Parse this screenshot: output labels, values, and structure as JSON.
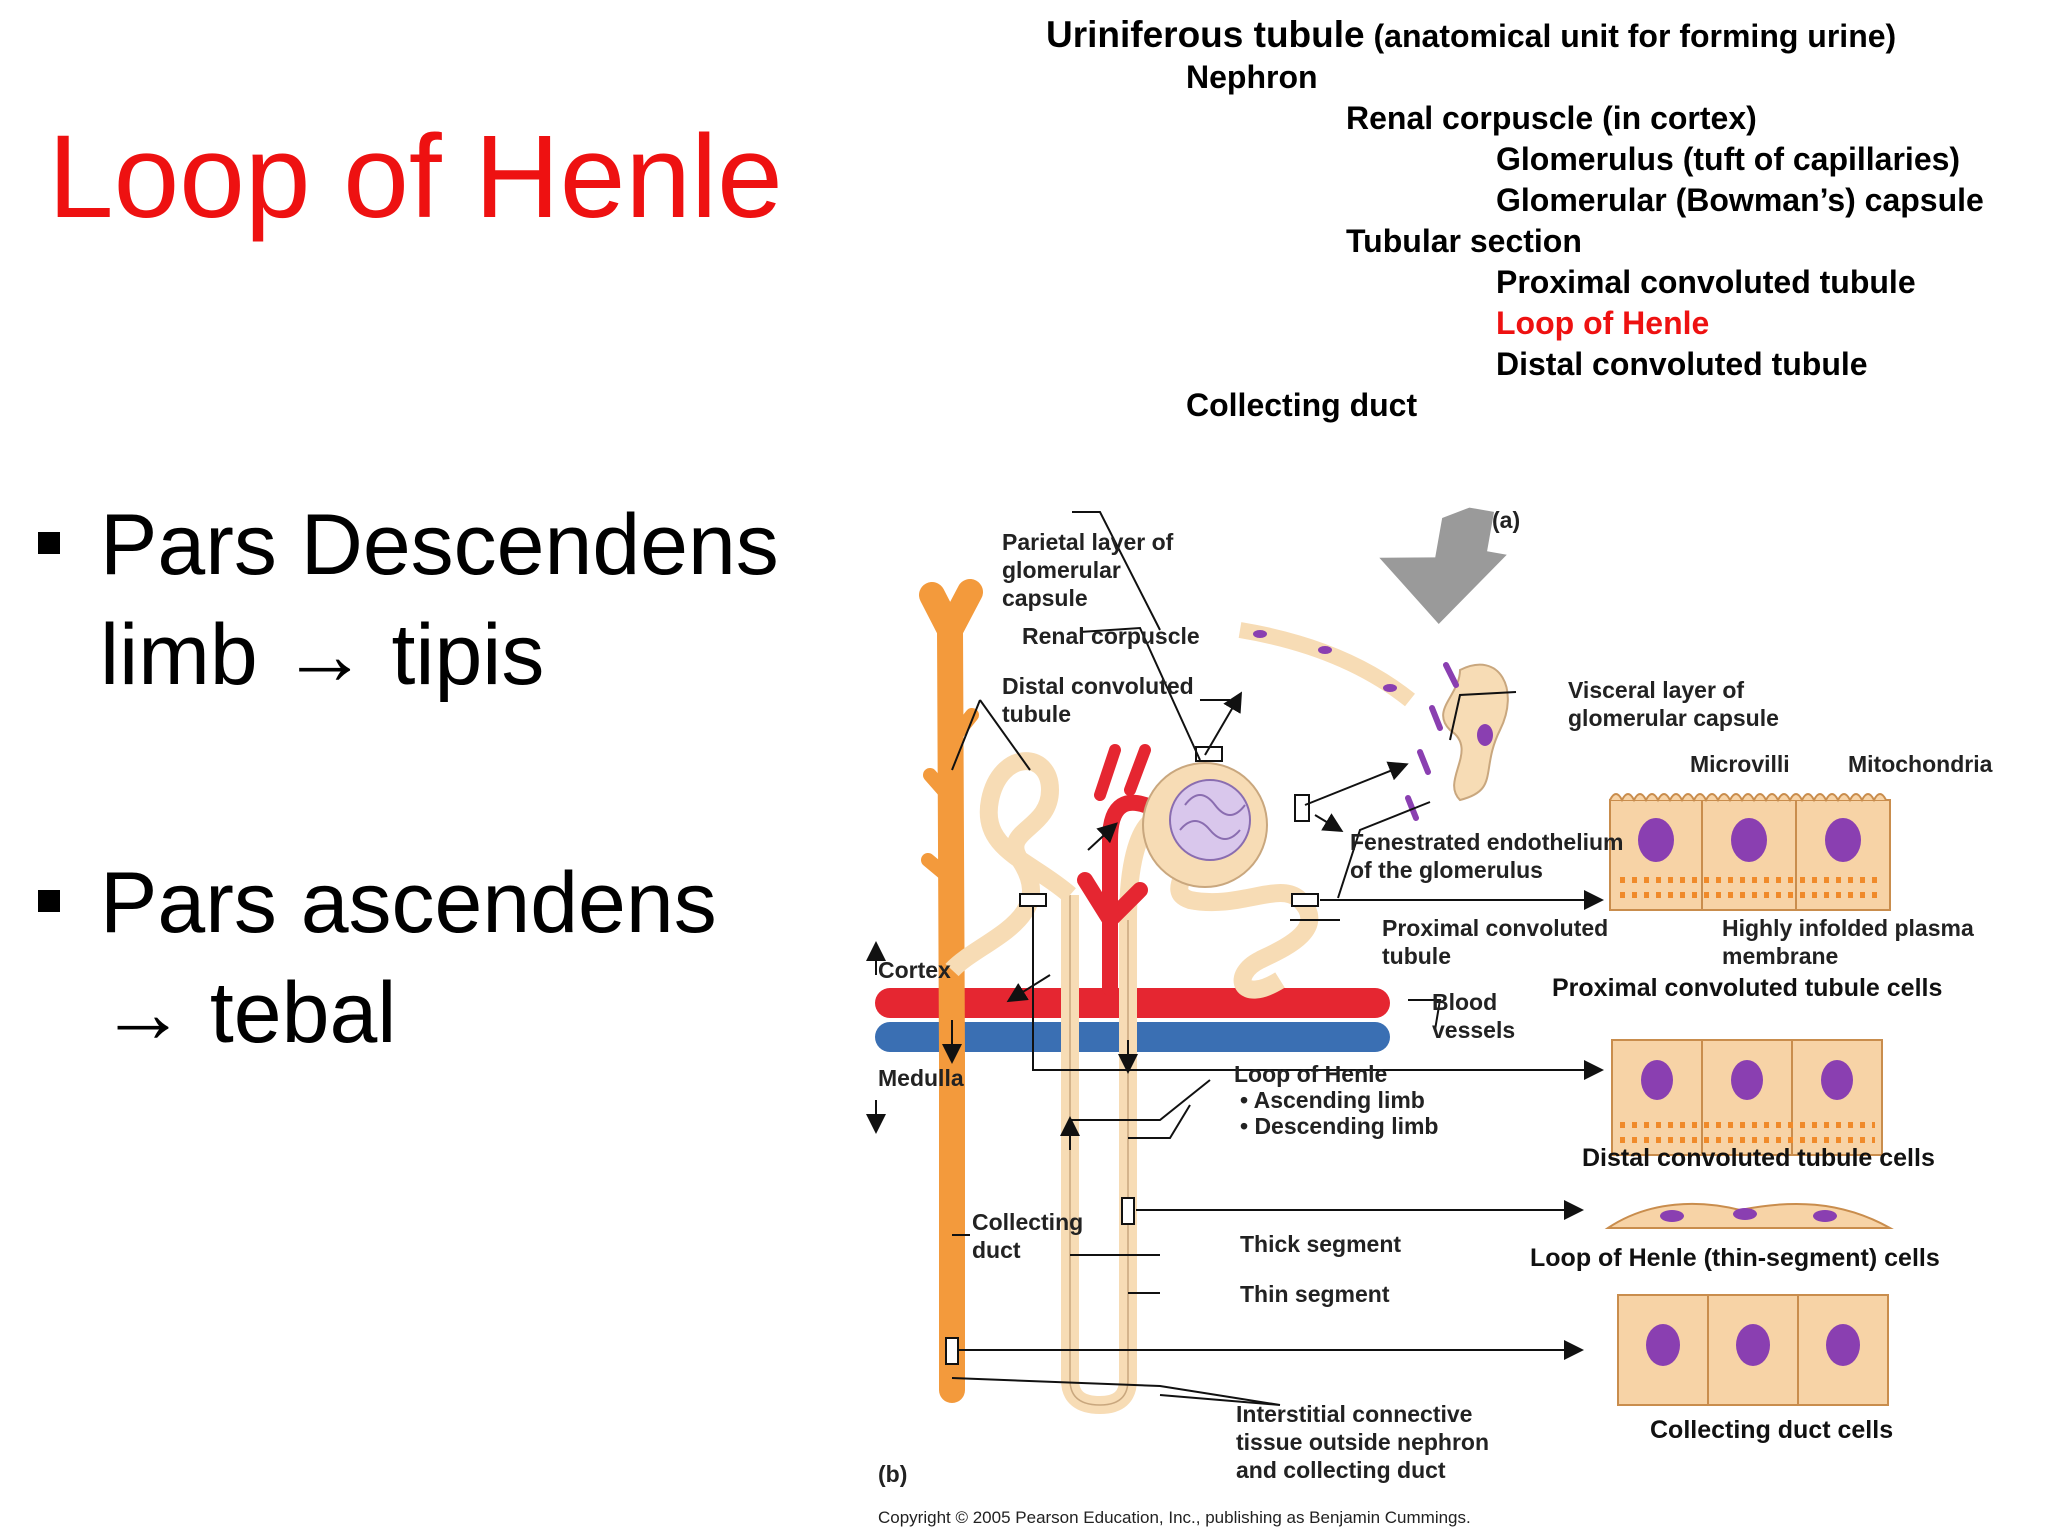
{
  "slide": {
    "title": "Loop of Henle",
    "bullets": [
      {
        "line1": "Pars Descendens",
        "line2": "limb → tipis"
      },
      {
        "line1": "Pars ascendens",
        "line2": "→ tebal"
      }
    ]
  },
  "outline": {
    "root_name": "Uriniferous tubule",
    "root_note": "(anatomical unit for forming urine)",
    "nephron": "Nephron",
    "renal_corpuscle": "Renal corpuscle (in cortex)",
    "glomerulus": "Glomerulus (tuft of capillaries)",
    "capsule": "Glomerular (Bowman’s) capsule",
    "tubular_section": "Tubular section",
    "pct": "Proximal convoluted tubule",
    "loop": "Loop of Henle",
    "dct": "Distal convoluted tubule",
    "collecting_duct": "Collecting duct"
  },
  "figure": {
    "panel_a": "(a)",
    "panel_b": "(b)",
    "labels": {
      "parietal": "Parietal layer of glomerular capsule",
      "renal_corpuscle": "Renal corpuscle",
      "distal": "Distal convoluted tubule",
      "visceral": "Visceral layer of glomerular capsule",
      "microvilli": "Microvilli",
      "mitochondria": "Mitochondria",
      "fenestrated": "Fenestrated endothelium of the glomerulus",
      "proximal": "Proximal convoluted tubule",
      "infolded": "Highly infolded plasma membrane",
      "cortex": "Cortex",
      "medulla": "Medulla",
      "blood_vessels": "Blood vessels",
      "loop_title": "Loop of Henle",
      "ascending": "• Ascending limb",
      "descending": "• Descending limb",
      "collecting": "Collecting duct",
      "thick": "Thick segment",
      "thin": "Thin segment",
      "interstitial": "Interstitial connective tissue outside nephron and collecting duct"
    },
    "captions": {
      "pct_cells": "Proximal convoluted tubule cells",
      "dct_cells": "Distal convoluted tubule cells",
      "loop_cells": "Loop of Henle (thin-segment) cells",
      "cd_cells": "Collecting duct cells"
    },
    "copyright": "Copyright © 2005 Pearson Education, Inc., publishing as Benjamin Cummings."
  },
  "colors": {
    "title_red": "#ee1111",
    "tubule": "#f7dcb5",
    "duct": "#f39a3c",
    "artery": "#e52631",
    "vein": "#3a6fb3",
    "nucleus": "#8a3fb1"
  }
}
